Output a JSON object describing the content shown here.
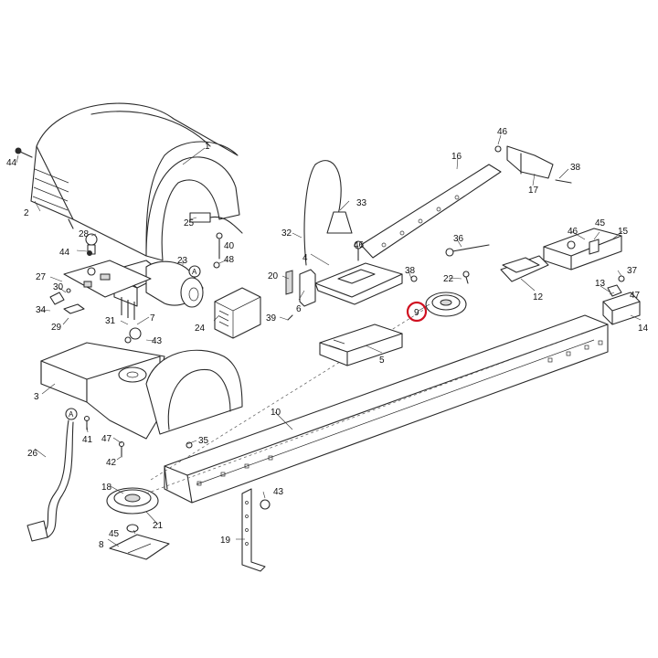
{
  "labels": {
    "l1": "1",
    "l2": "2",
    "l3": "3",
    "l4": "4",
    "l5": "5",
    "l6": "6",
    "l7": "7",
    "l8": "8",
    "l9": "9",
    "l10": "10",
    "l12": "12",
    "l13": "13",
    "l14": "14",
    "l15": "15",
    "l16": "16",
    "l17": "17",
    "l18": "18",
    "l19": "19",
    "l20": "20",
    "l21": "21",
    "l22": "22",
    "l23": "23",
    "l24": "24",
    "l25": "25",
    "l26": "26",
    "l27": "27",
    "l28": "28",
    "l29": "29",
    "l30": "30",
    "l31": "31",
    "l32": "32",
    "l33": "33",
    "l34": "34",
    "l35": "35",
    "l36": "36",
    "l37": "37",
    "l38a": "38",
    "l38b": "38",
    "l39": "39",
    "l40": "40",
    "l41": "41",
    "l42": "42",
    "l43a": "43",
    "l43b": "43",
    "l44a": "44",
    "l44b": "44",
    "l45a": "45",
    "l45b": "45",
    "l46a": "46",
    "l46b": "46",
    "l46c": "46",
    "l47a": "47",
    "l47b": "47",
    "l48": "48",
    "calloutA1": "A",
    "calloutA2": "A"
  },
  "highlight": {
    "label": "9",
    "color": "#d01020"
  }
}
